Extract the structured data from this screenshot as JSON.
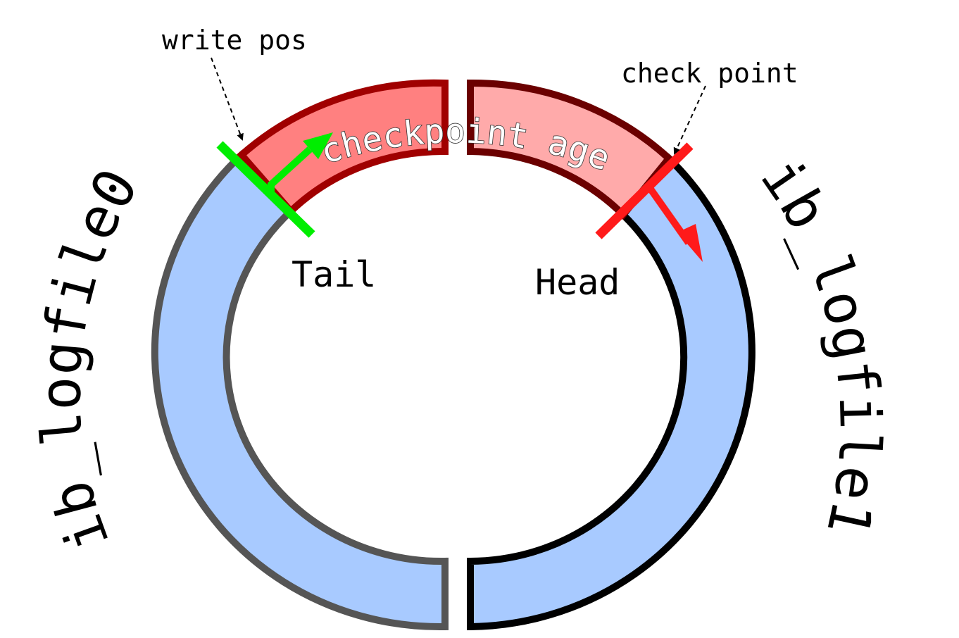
{
  "annotations": {
    "write_pos": "write pos",
    "check_point": "check point"
  },
  "labels": {
    "tail": "Tail",
    "head": "Head",
    "checkpoint_age": "checkpoint age"
  },
  "files": {
    "left": "ib_logfile0",
    "right": "ib_logfile1"
  },
  "colors": {
    "log_fill": "#a8caff",
    "left_outline": "#555555",
    "right_outline": "#000000",
    "age_fill_left": "#ff8080",
    "age_fill_right": "#ffaaaa",
    "age_outline_left": "#a00000",
    "age_outline_right": "#6b0000",
    "write_marker": "#00ee00",
    "checkpoint_marker": "#ff1a1a"
  }
}
